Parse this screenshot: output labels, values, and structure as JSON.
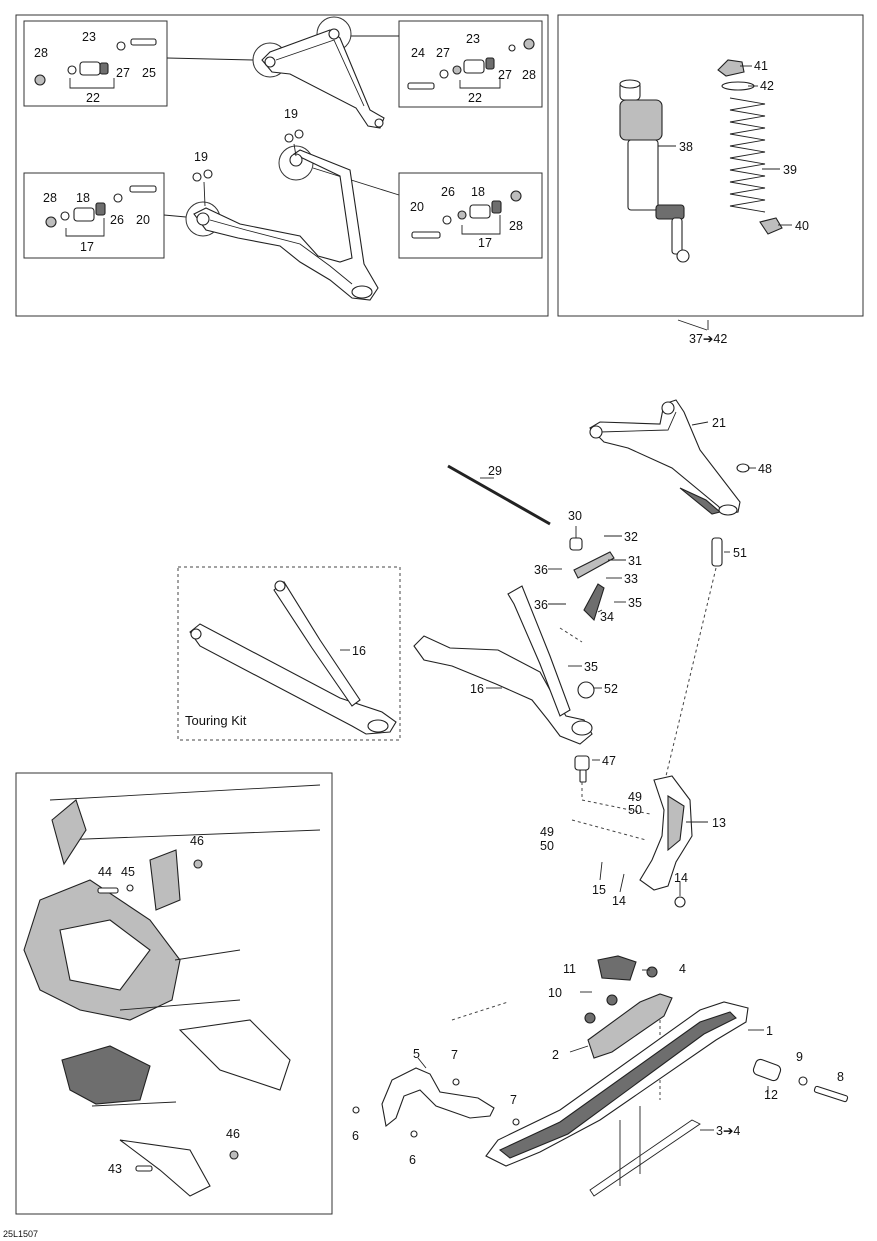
{
  "diagram_id": "25L1507",
  "kit_label": "Touring Kit",
  "range_labels": {
    "shock_assembly": "37➔42",
    "runner": "3➔4"
  },
  "callouts": {
    "p28a": "28",
    "p23a": "23",
    "p27a": "27",
    "p25": "25",
    "p22a": "22",
    "p24": "24",
    "p23b": "23",
    "p27b": "27",
    "p28b": "28",
    "p22b": "22",
    "p19a": "19",
    "p19b": "19",
    "p28c": "28",
    "p18a": "18",
    "p26a": "26",
    "p20a": "20",
    "p17a": "17",
    "p20b": "20",
    "p26b": "26",
    "p18b": "18",
    "p28d": "28",
    "p17b": "17",
    "p41": "41",
    "p42": "42",
    "p38": "38",
    "p39": "39",
    "p40": "40",
    "p21": "21",
    "p48": "48",
    "p29": "29",
    "p30": "30",
    "p32": "32",
    "p31": "31",
    "p36a": "36",
    "p33": "33",
    "p36b": "36",
    "p35a": "35",
    "p34": "34",
    "p51": "51",
    "p16a": "16",
    "p35b": "35",
    "p16b": "16",
    "p52": "52",
    "p47": "47",
    "p49a": "49",
    "p50a": "50",
    "p13": "13",
    "p49b": "49",
    "p50b": "50",
    "p15": "15",
    "p14a": "14",
    "p14b": "14",
    "p46a": "46",
    "p44": "44",
    "p45": "45",
    "p46b": "46",
    "p43": "43",
    "p11": "11",
    "p4": "4",
    "p10": "10",
    "p1": "1",
    "p2": "2",
    "p5": "5",
    "p7a": "7",
    "p9": "9",
    "p8": "8",
    "p12": "12",
    "p7b": "7",
    "p6a": "6",
    "p6b": "6"
  }
}
